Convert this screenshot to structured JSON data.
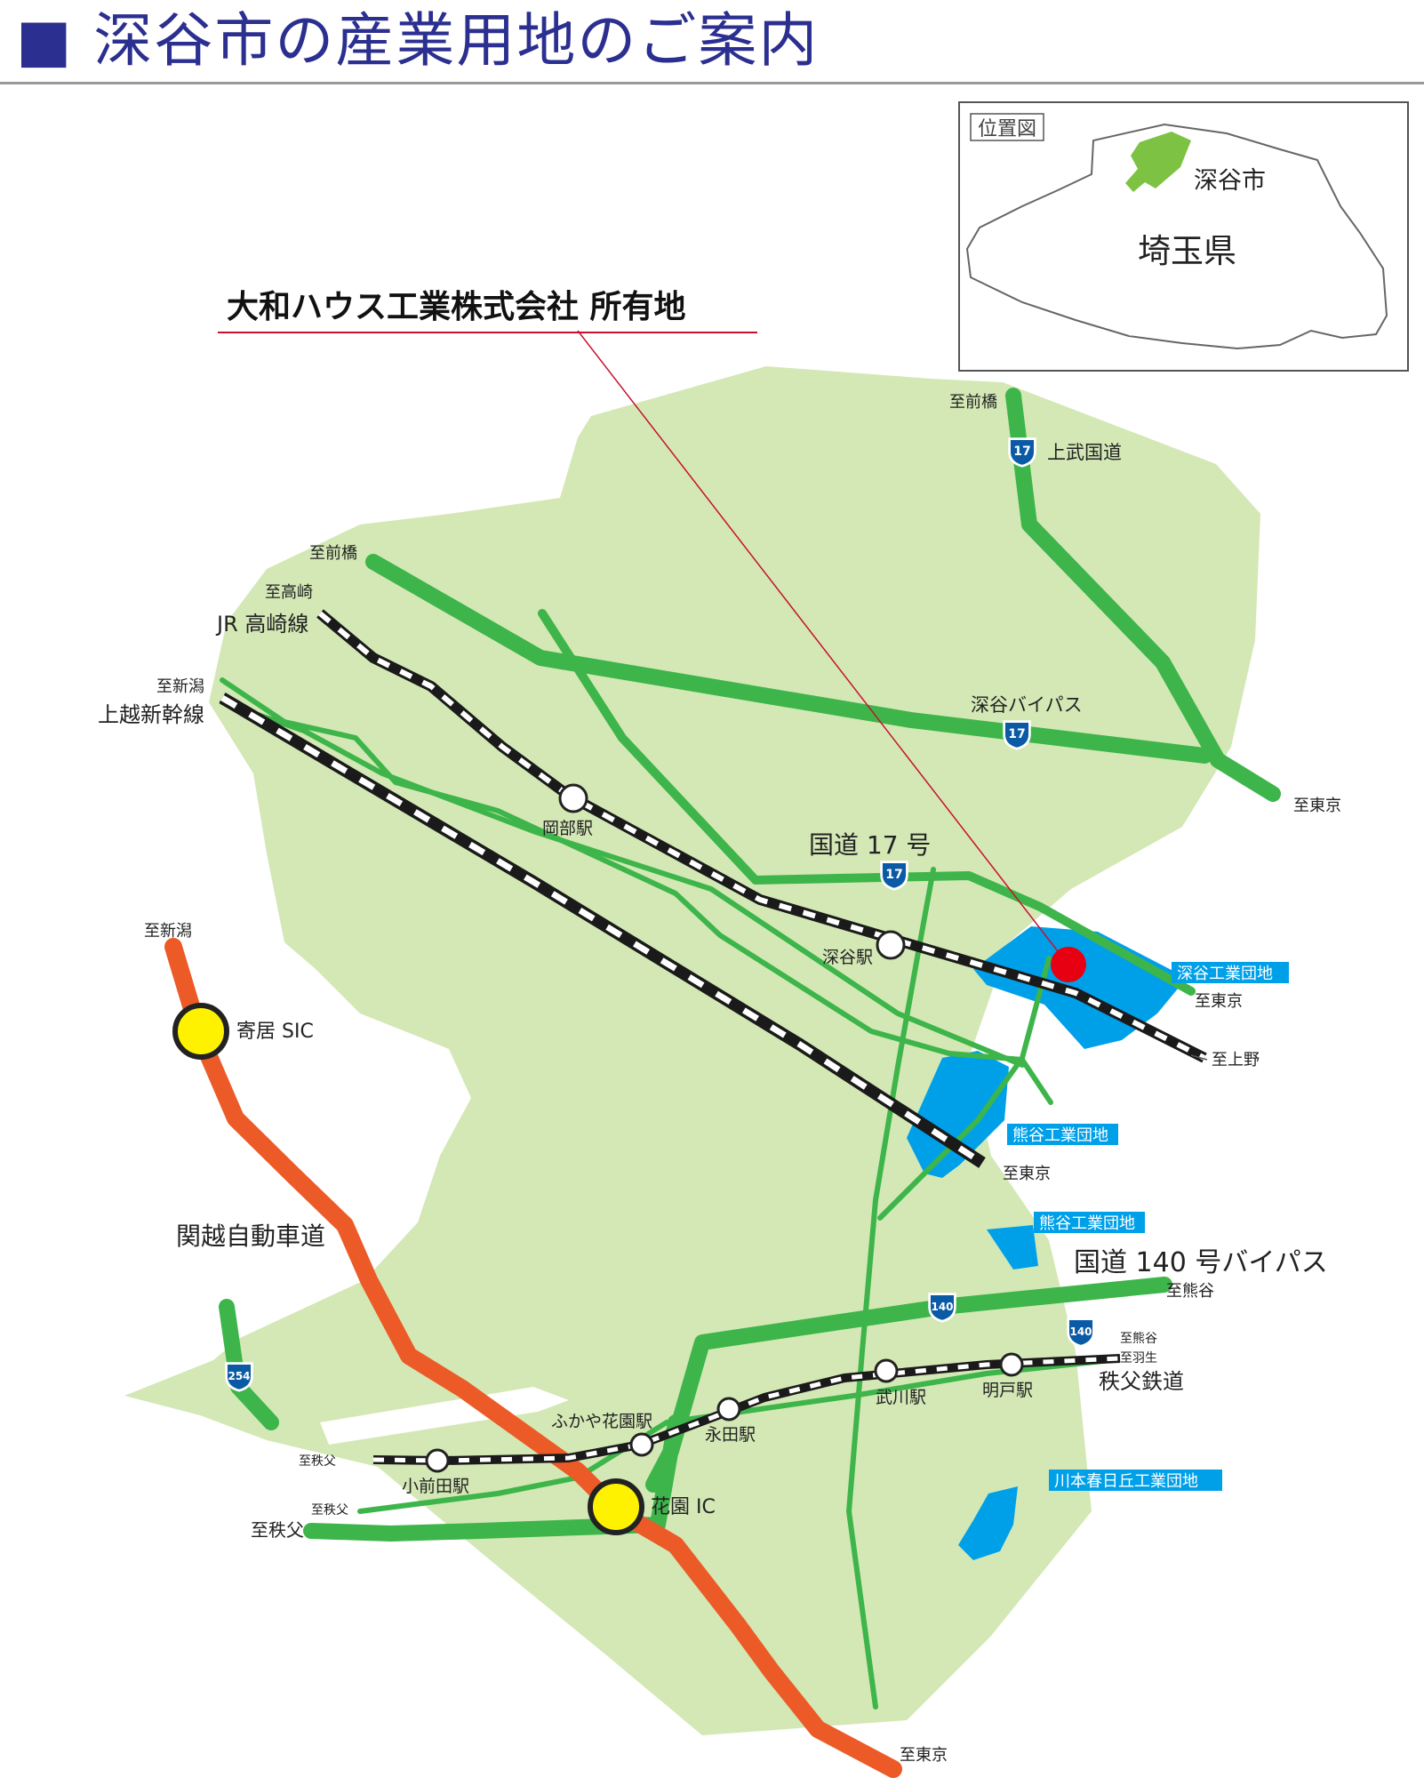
{
  "title": {
    "marker": "■",
    "text": "深谷市の産業用地のご案内"
  },
  "colors": {
    "title": "#2b2f8f",
    "land": "#d3e8b5",
    "road": "#3db54a",
    "expressway": "#ec5a28",
    "industrial": "#00a0e9",
    "ic": "#fff200",
    "site": "#e60012",
    "leader": "#c8102e"
  },
  "site_label": "大和ハウス工業株式会社 所有地",
  "inset": {
    "tag": "位置図",
    "prefecture": "埼玉県",
    "city": "深谷市"
  },
  "directions": {
    "maebashi_a": "至前橋",
    "maebashi_b": "至前橋",
    "takasaki": "至高崎",
    "niigata_a": "至新潟",
    "niigata_b": "至新潟",
    "tokyo_a": "至東京",
    "tokyo_b": "至東京",
    "tokyo_c": "至東京",
    "tokyo_d": "至東京",
    "ueno": "至上野",
    "kumagaya_a": "至熊谷",
    "kumagaya_b": "至熊谷",
    "hanyu": "至羽生",
    "chichibu_a": "至秩父",
    "chichibu_b": "至秩父",
    "chichibu_c": "至秩父"
  },
  "roads": {
    "jobu": "上武国道",
    "bypass": "深谷バイパス",
    "route17": "国道 17 号",
    "route140": "国道 140 号バイパス",
    "kanetsu": "関越自動車道"
  },
  "rails": {
    "takasaki": "JR 高崎線",
    "joetsu": "上越新幹線",
    "chichibu": "秩父鉄道"
  },
  "stations": {
    "okabe": "岡部駅",
    "fukaya": "深谷駅",
    "fukaya_hanazono": "ふかや花園駅",
    "nagata": "永田駅",
    "obata": "小前田駅",
    "takekawa": "武川駅",
    "akebono": "明戸駅"
  },
  "interchanges": {
    "yorii": "寄居 SIC",
    "hanazono": "花園 IC"
  },
  "industrial_parks": {
    "fukaya": "深谷工業団地",
    "kumagaya_a": "熊谷工業団地",
    "kumagaya_b": "熊谷工業団地",
    "kawamoto": "川本春日丘工業団地"
  },
  "shields": {
    "s17_a": "17",
    "s17_b": "17",
    "s17_c": "17",
    "s140_a": "140",
    "s140_b": "140",
    "s254": "254"
  }
}
